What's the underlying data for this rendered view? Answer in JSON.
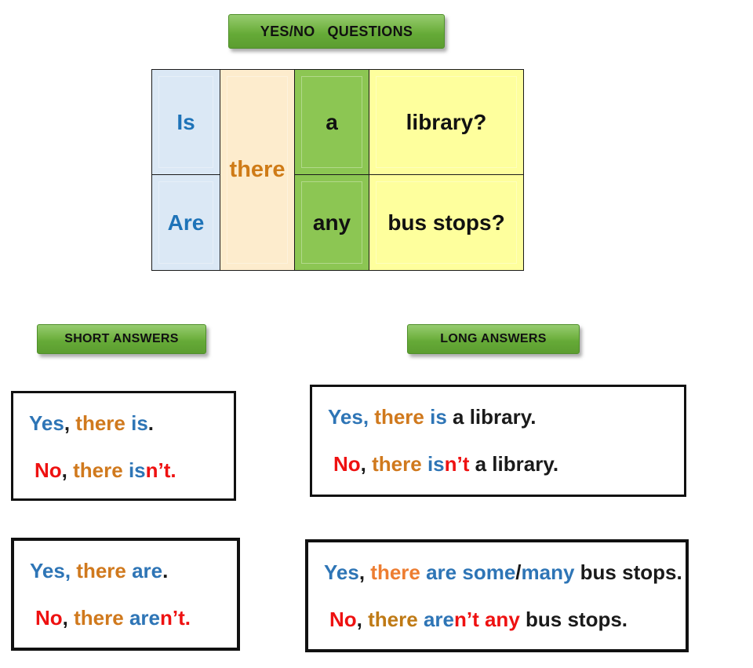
{
  "palette": {
    "blue": "#2e75b6",
    "orange": "#d0791d",
    "orange_light": "#ed7d31",
    "orange_dark": "#bf7a15",
    "red": "#ee1111",
    "black": "#1a1a1a"
  },
  "title_banner": "YES/NO   QUESTIONS",
  "banners": {
    "short": "SHORT ANSWERS",
    "long": "LONG ANSWERS"
  },
  "table": {
    "is": "Is",
    "are": "Are",
    "there": "there",
    "a": "a",
    "any": "any",
    "library": "library?",
    "bus_stops": "bus stops?",
    "colors": {
      "subject_bg": "#dbe8f5",
      "there_bg": "#fdeccd",
      "article_bg": "#8cc653",
      "object_bg": "#feff9d",
      "verb_text": "#1e73b8",
      "there_text": "#cf7b17",
      "grid_line": "#1a1a1a"
    }
  },
  "answer_boxes": {
    "short_is": {
      "lines": [
        [
          {
            "t": "Yes",
            "c": "blue"
          },
          {
            "t": ", ",
            "c": "black"
          },
          {
            "t": "there ",
            "c": "orange"
          },
          {
            "t": "is",
            "c": "blue"
          },
          {
            "t": ".",
            "c": "black"
          }
        ],
        [
          {
            "t": "No",
            "c": "red"
          },
          {
            "t": ", ",
            "c": "black"
          },
          {
            "t": "there ",
            "c": "orange"
          },
          {
            "t": "is",
            "c": "blue"
          },
          {
            "t": "n’t",
            "c": "red"
          },
          {
            "t": ".",
            "c": "red"
          }
        ]
      ]
    },
    "long_is": {
      "lines": [
        [
          {
            "t": "Yes, ",
            "c": "blue"
          },
          {
            "t": "there ",
            "c": "orange"
          },
          {
            "t": "is",
            "c": "blue"
          },
          {
            "t": " a library.",
            "c": "black"
          }
        ],
        [
          {
            "t": "No",
            "c": "red"
          },
          {
            "t": ", ",
            "c": "black"
          },
          {
            "t": "there ",
            "c": "orange"
          },
          {
            "t": "is",
            "c": "blue"
          },
          {
            "t": "n’t",
            "c": "red"
          },
          {
            "t": " a library.",
            "c": "black"
          }
        ]
      ]
    },
    "short_are": {
      "lines": [
        [
          {
            "t": "Yes, ",
            "c": "blue"
          },
          {
            "t": "there ",
            "c": "orange"
          },
          {
            "t": "are",
            "c": "blue"
          },
          {
            "t": ".",
            "c": "black"
          }
        ],
        [
          {
            "t": "No",
            "c": "red"
          },
          {
            "t": ", ",
            "c": "black"
          },
          {
            "t": "there ",
            "c": "orange"
          },
          {
            "t": "are",
            "c": "blue"
          },
          {
            "t": "n’t",
            "c": "red"
          },
          {
            "t": ".",
            "c": "red"
          }
        ]
      ]
    },
    "long_are": {
      "lines": [
        [
          {
            "t": "Yes",
            "c": "blue"
          },
          {
            "t": ", ",
            "c": "black"
          },
          {
            "t": "there ",
            "c": "orange_light"
          },
          {
            "t": "are some",
            "c": "blue"
          },
          {
            "t": "/",
            "c": "black"
          },
          {
            "t": "many",
            "c": "blue"
          },
          {
            "t": " bus stops.",
            "c": "black"
          }
        ],
        [
          {
            "t": "No",
            "c": "red"
          },
          {
            "t": ", ",
            "c": "black"
          },
          {
            "t": "there ",
            "c": "orange_dark"
          },
          {
            "t": "are",
            "c": "blue"
          },
          {
            "t": "n’t any",
            "c": "red"
          },
          {
            "t": " bus stops.",
            "c": "black"
          }
        ]
      ]
    }
  }
}
